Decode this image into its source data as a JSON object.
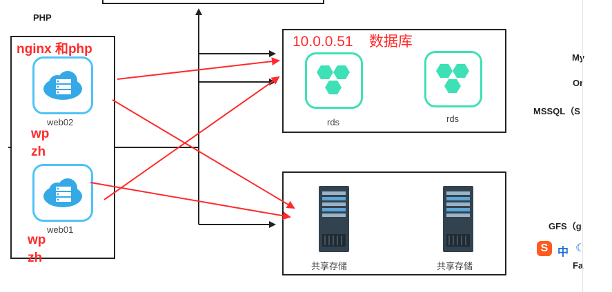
{
  "header": {
    "php_label": "PHP"
  },
  "web_group": {
    "title": "nginx 和php",
    "web02": {
      "label": "web02",
      "notes": [
        "wp",
        "zh"
      ]
    },
    "web01": {
      "label": "web01",
      "notes": [
        "wp",
        "zh"
      ]
    }
  },
  "db_group": {
    "title": "10.0.0.51    数据库",
    "nodes": [
      {
        "label": "rds"
      },
      {
        "label": "rds"
      }
    ]
  },
  "storage_group": {
    "nodes": [
      {
        "label": "共享存储"
      },
      {
        "label": "共享存储"
      }
    ]
  },
  "right_column": {
    "items": [
      "My",
      "Or",
      "MSSQL（S",
      "GFS（g",
      "Fa"
    ]
  },
  "ime": {
    "char": "中"
  },
  "colors": {
    "arrow_red": "#ff2b2b",
    "cloud_blue": "#4fc3f7",
    "rds_green": "#3ee0b5",
    "server_dark": "#33424f"
  }
}
